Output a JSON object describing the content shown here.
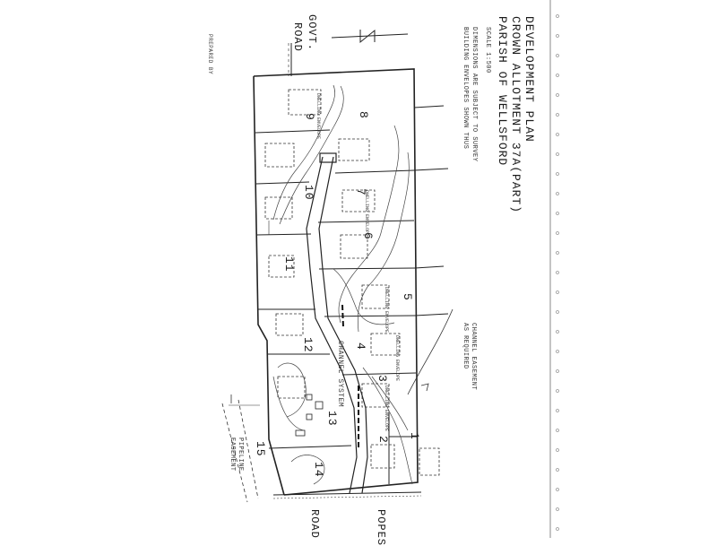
{
  "title": {
    "line1": "DEVELOPMENT PLAN",
    "line2": "CROWN ALLOTMENT 37A(PART)",
    "line3": "PARISH OF WELLSFORD"
  },
  "scale": "SCALE 1:500",
  "notes": {
    "dimensions": "DIMENSIONS ARE SUBJECT TO SURVEY",
    "envelopes": "BUILDING ENVELOPES SHOWN THUS"
  },
  "roads": {
    "govt_top": "GOVT.",
    "govt_bottom": "ROAD",
    "popes": "POPES",
    "popes_road": "ROAD"
  },
  "channel_label": "CHANNEL SYSTEM",
  "easements": {
    "channel_line1": "CHANNEL EASEMENT",
    "channel_line2": "AS REQUIRED",
    "pipeline_line1": "PIPELINE",
    "pipeline_line2": "EASEMENT"
  },
  "lots": [
    {
      "number": "1"
    },
    {
      "number": "2"
    },
    {
      "number": "3"
    },
    {
      "number": "4"
    },
    {
      "number": "5"
    },
    {
      "number": "6"
    },
    {
      "number": "7"
    },
    {
      "number": "8"
    },
    {
      "number": "9"
    },
    {
      "number": "10"
    },
    {
      "number": "11"
    },
    {
      "number": "12"
    },
    {
      "number": "13"
    },
    {
      "number": "14"
    },
    {
      "number": "15"
    }
  ],
  "envelope_label": "DWELLING ENVELOPE",
  "prepared_by": "PREPARED BY",
  "colors": {
    "ink": "#1a1a1a",
    "paper": "#ffffff"
  }
}
